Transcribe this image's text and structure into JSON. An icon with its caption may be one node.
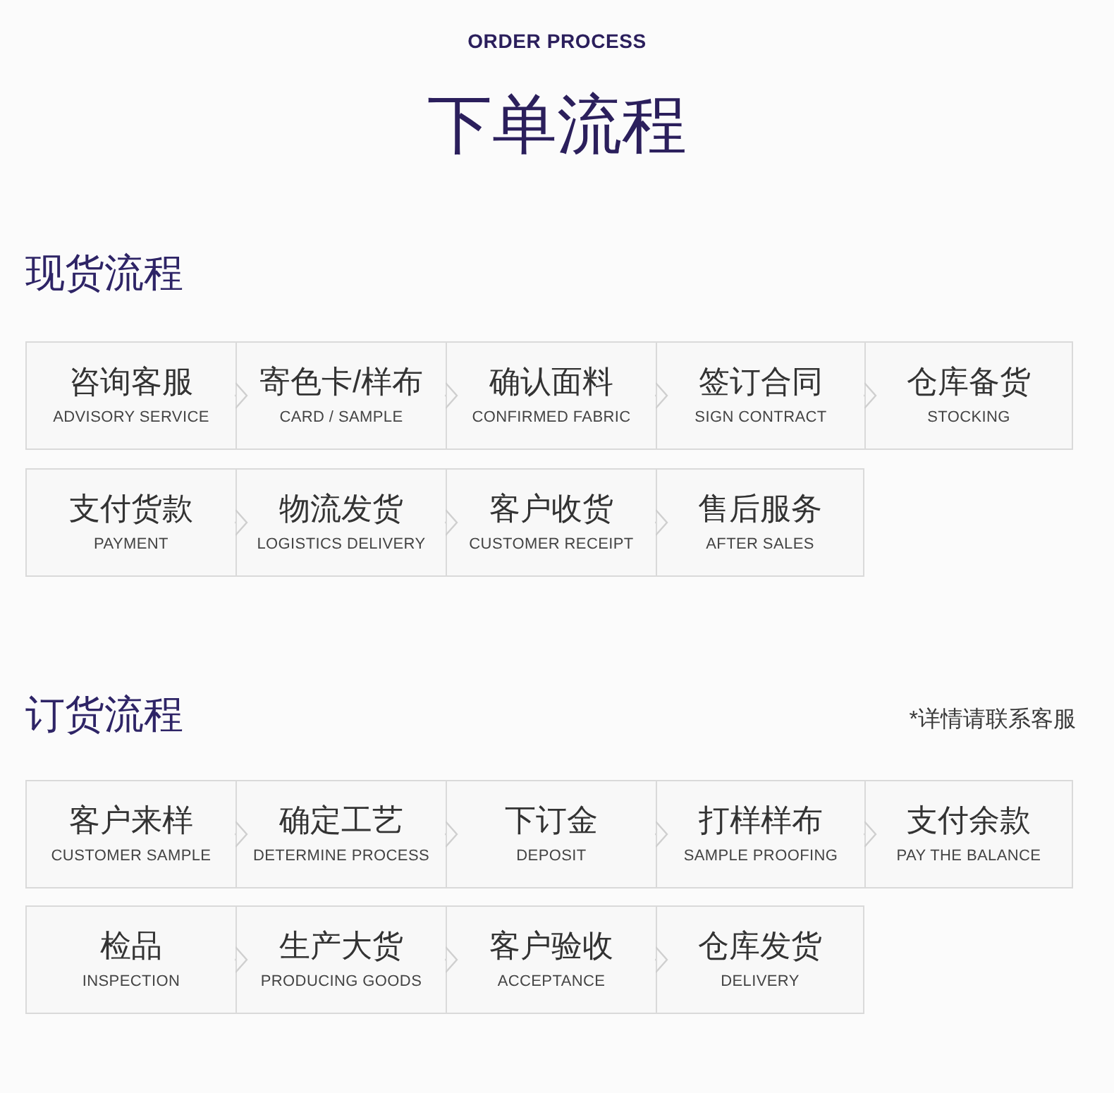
{
  "diagram": {
    "title": "下单流程",
    "nodes": [
      {
        "text": [
          "咨询客服",
          "ADVISORY SERVICE"
        ]
      },
      {
        "text": [
          "寄色卡/样布",
          "CARD / SAMPLE"
        ]
      },
      {
        "text": [
          "确认面料",
          "CONFIRMED FABRIC"
        ]
      },
      {
        "text": [
          "签订合同",
          "SIGN CONTRACT"
        ]
      },
      {
        "text": [
          "仓库备货",
          "STOCKING"
        ]
      },
      {
        "text": [
          "支付货款",
          "PAYMENT"
        ]
      },
      {
        "text": [
          "物流发货",
          "LOGISTICS DELIVERY"
        ]
      },
      {
        "text": [
          "客户收货",
          "CUSTOMER RECEIPT"
        ]
      },
      {
        "text": [
          "售后服务",
          "AFTER SALES"
        ]
      },
      {
        "text": [
          "客户来样",
          "CUSTOMER SAMPLE"
        ]
      },
      {
        "text": [
          "确定工艺",
          "DETERMINE PROCESS"
        ]
      },
      {
        "text": [
          "下订金",
          "DEPOSIT"
        ]
      },
      {
        "text": [
          "打样样布",
          "SAMPLE PROOFING"
        ]
      },
      {
        "text": [
          "支付余款",
          "PAY THE BALANCE"
        ]
      },
      {
        "text": [
          "检品",
          "INSPECTION"
        ]
      },
      {
        "text": [
          "生产大货",
          "PRODUCING GOODS"
        ]
      },
      {
        "text": [
          "客户验收",
          "ACCEPTANCE"
        ]
      },
      {
        "text": [
          "仓库发货",
          "DELIVERY"
        ]
      }
    ],
    "edges": [
      {
        "from": 0,
        "to": 1,
        "arrow": "to"
      },
      {
        "from": 1,
        "to": 2,
        "arrow": "to"
      },
      {
        "from": 2,
        "to": 3,
        "arrow": "to"
      },
      {
        "from": 3,
        "to": 4,
        "arrow": "to"
      },
      {
        "from": 5,
        "to": 6,
        "arrow": "to"
      },
      {
        "from": 6,
        "to": 7,
        "arrow": "to"
      },
      {
        "from": 7,
        "to": 8,
        "arrow": "to"
      },
      {
        "from": 9,
        "to": 10,
        "arrow": "to"
      },
      {
        "from": 10,
        "to": 11,
        "arrow": "to"
      },
      {
        "from": 11,
        "to": 12,
        "arrow": "to"
      },
      {
        "from": 12,
        "to": 13,
        "arrow": "to"
      },
      {
        "from": 14,
        "to": 15,
        "arrow": "to"
      },
      {
        "from": 15,
        "to": 16,
        "arrow": "to"
      },
      {
        "from": 16,
        "to": 17,
        "arrow": "to"
      }
    ],
    "labels": [
      "ORDER PROCESS",
      "现货流程",
      "订货流程",
      "*详情请联系客服"
    ]
  }
}
